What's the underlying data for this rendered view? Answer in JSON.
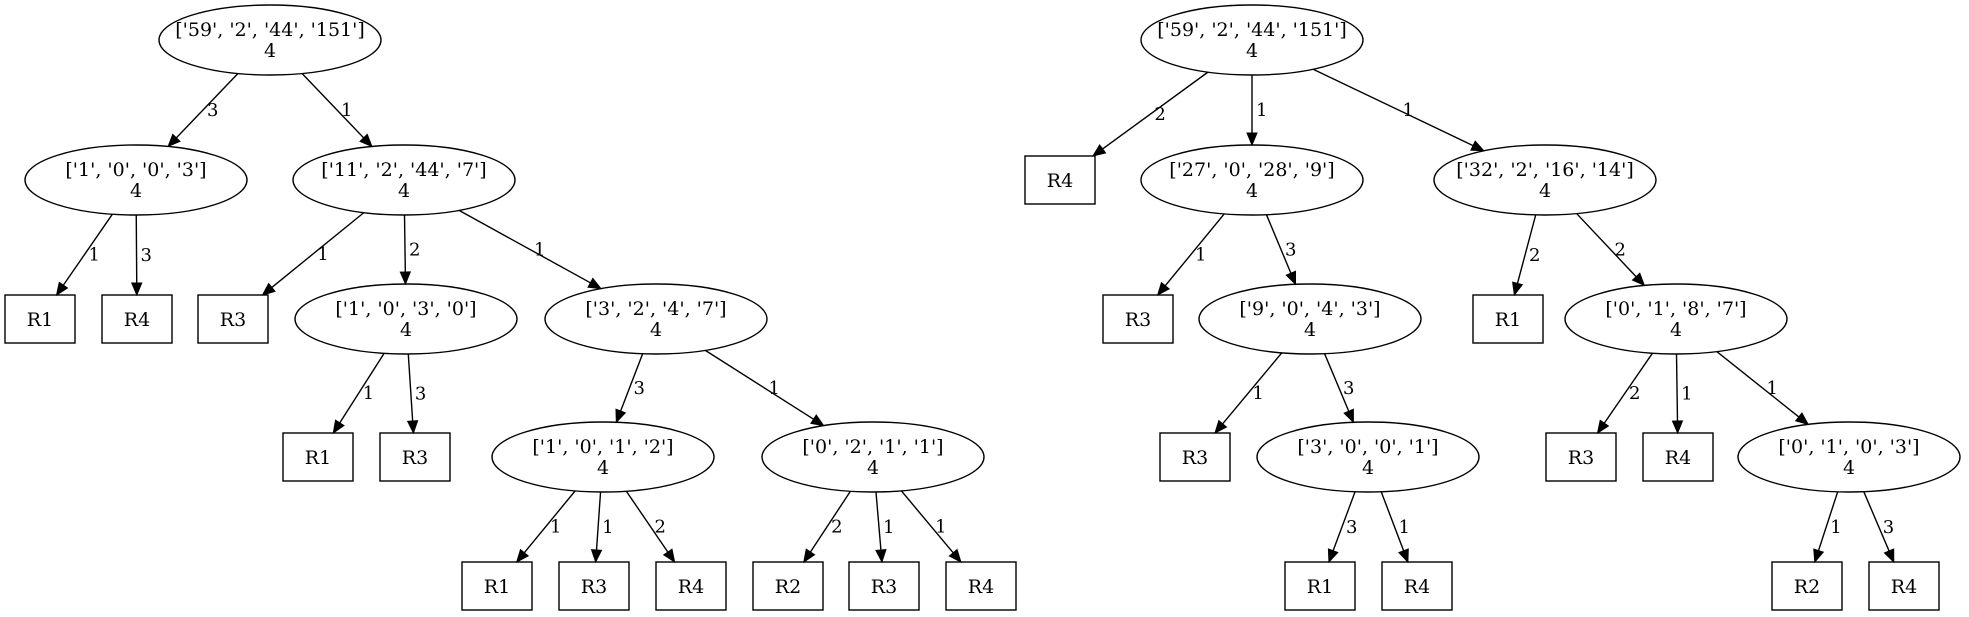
{
  "trees": [
    {
      "nodes": [
        {
          "id": "A0",
          "shape": "ellipse",
          "lines": [
            "['59', '2', '44', '151']",
            "4"
          ]
        },
        {
          "id": "A1",
          "shape": "ellipse",
          "lines": [
            "['1', '0', '0', '3']",
            "4"
          ]
        },
        {
          "id": "A2",
          "shape": "ellipse",
          "lines": [
            "['11', '2', '44', '7']",
            "4"
          ]
        },
        {
          "id": "A3",
          "shape": "box",
          "lines": [
            "R1"
          ]
        },
        {
          "id": "A4",
          "shape": "box",
          "lines": [
            "R4"
          ]
        },
        {
          "id": "A5",
          "shape": "box",
          "lines": [
            "R3"
          ]
        },
        {
          "id": "A6",
          "shape": "ellipse",
          "lines": [
            "['1', '0', '3', '0']",
            "4"
          ]
        },
        {
          "id": "A7",
          "shape": "ellipse",
          "lines": [
            "['3', '2', '4', '7']",
            "4"
          ]
        },
        {
          "id": "A8",
          "shape": "box",
          "lines": [
            "R1"
          ]
        },
        {
          "id": "A9",
          "shape": "box",
          "lines": [
            "R3"
          ]
        },
        {
          "id": "A10",
          "shape": "ellipse",
          "lines": [
            "['1', '0', '1', '2']",
            "4"
          ]
        },
        {
          "id": "A11",
          "shape": "ellipse",
          "lines": [
            "['0', '2', '1', '1']",
            "4"
          ]
        },
        {
          "id": "A12",
          "shape": "box",
          "lines": [
            "R1"
          ]
        },
        {
          "id": "A13",
          "shape": "box",
          "lines": [
            "R3"
          ]
        },
        {
          "id": "A14",
          "shape": "box",
          "lines": [
            "R4"
          ]
        },
        {
          "id": "A15",
          "shape": "box",
          "lines": [
            "R2"
          ]
        },
        {
          "id": "A16",
          "shape": "box",
          "lines": [
            "R3"
          ]
        },
        {
          "id": "A17",
          "shape": "box",
          "lines": [
            "R4"
          ]
        }
      ],
      "edges": [
        {
          "from": "A0",
          "to": "A1",
          "label": "3"
        },
        {
          "from": "A0",
          "to": "A2",
          "label": "1"
        },
        {
          "from": "A1",
          "to": "A3",
          "label": "1"
        },
        {
          "from": "A1",
          "to": "A4",
          "label": "3"
        },
        {
          "from": "A2",
          "to": "A5",
          "label": "1"
        },
        {
          "from": "A2",
          "to": "A6",
          "label": "2"
        },
        {
          "from": "A2",
          "to": "A7",
          "label": "1"
        },
        {
          "from": "A6",
          "to": "A8",
          "label": "1"
        },
        {
          "from": "A6",
          "to": "A9",
          "label": "3"
        },
        {
          "from": "A7",
          "to": "A10",
          "label": "3"
        },
        {
          "from": "A7",
          "to": "A11",
          "label": "1"
        },
        {
          "from": "A10",
          "to": "A12",
          "label": "1"
        },
        {
          "from": "A10",
          "to": "A13",
          "label": "1"
        },
        {
          "from": "A10",
          "to": "A14",
          "label": "2"
        },
        {
          "from": "A11",
          "to": "A15",
          "label": "2"
        },
        {
          "from": "A11",
          "to": "A16",
          "label": "1"
        },
        {
          "from": "A11",
          "to": "A17",
          "label": "1"
        }
      ]
    },
    {
      "nodes": [
        {
          "id": "B0",
          "shape": "ellipse",
          "lines": [
            "['59', '2', '44', '151']",
            "4"
          ]
        },
        {
          "id": "B1",
          "shape": "box",
          "lines": [
            "R4"
          ]
        },
        {
          "id": "B2",
          "shape": "ellipse",
          "lines": [
            "['27', '0', '28', '9']",
            "4"
          ]
        },
        {
          "id": "B3",
          "shape": "ellipse",
          "lines": [
            "['32', '2', '16', '14']",
            "4"
          ]
        },
        {
          "id": "B4",
          "shape": "box",
          "lines": [
            "R3"
          ]
        },
        {
          "id": "B5",
          "shape": "ellipse",
          "lines": [
            "['9', '0', '4', '3']",
            "4"
          ]
        },
        {
          "id": "B6",
          "shape": "box",
          "lines": [
            "R1"
          ]
        },
        {
          "id": "B7",
          "shape": "ellipse",
          "lines": [
            "['0', '1', '8', '7']",
            "4"
          ]
        },
        {
          "id": "B8",
          "shape": "box",
          "lines": [
            "R3"
          ]
        },
        {
          "id": "B9",
          "shape": "ellipse",
          "lines": [
            "['3', '0', '0', '1']",
            "4"
          ]
        },
        {
          "id": "B10",
          "shape": "box",
          "lines": [
            "R3"
          ]
        },
        {
          "id": "B11",
          "shape": "box",
          "lines": [
            "R4"
          ]
        },
        {
          "id": "B12",
          "shape": "ellipse",
          "lines": [
            "['0', '1', '0', '3']",
            "4"
          ]
        },
        {
          "id": "B13",
          "shape": "box",
          "lines": [
            "R1"
          ]
        },
        {
          "id": "B14",
          "shape": "box",
          "lines": [
            "R4"
          ]
        },
        {
          "id": "B15",
          "shape": "box",
          "lines": [
            "R2"
          ]
        },
        {
          "id": "B16",
          "shape": "box",
          "lines": [
            "R4"
          ]
        }
      ],
      "edges": [
        {
          "from": "B0",
          "to": "B1",
          "label": "2"
        },
        {
          "from": "B0",
          "to": "B2",
          "label": "1"
        },
        {
          "from": "B0",
          "to": "B3",
          "label": "1"
        },
        {
          "from": "B2",
          "to": "B4",
          "label": "1"
        },
        {
          "from": "B2",
          "to": "B5",
          "label": "3"
        },
        {
          "from": "B3",
          "to": "B6",
          "label": "2"
        },
        {
          "from": "B3",
          "to": "B7",
          "label": "2"
        },
        {
          "from": "B5",
          "to": "B8",
          "label": "1"
        },
        {
          "from": "B5",
          "to": "B9",
          "label": "3"
        },
        {
          "from": "B7",
          "to": "B10",
          "label": "2"
        },
        {
          "from": "B7",
          "to": "B11",
          "label": "1"
        },
        {
          "from": "B7",
          "to": "B12",
          "label": "1"
        },
        {
          "from": "B9",
          "to": "B13",
          "label": "3"
        },
        {
          "from": "B9",
          "to": "B14",
          "label": "1"
        },
        {
          "from": "B12",
          "to": "B15",
          "label": "1"
        },
        {
          "from": "B12",
          "to": "B16",
          "label": "3"
        }
      ]
    }
  ]
}
